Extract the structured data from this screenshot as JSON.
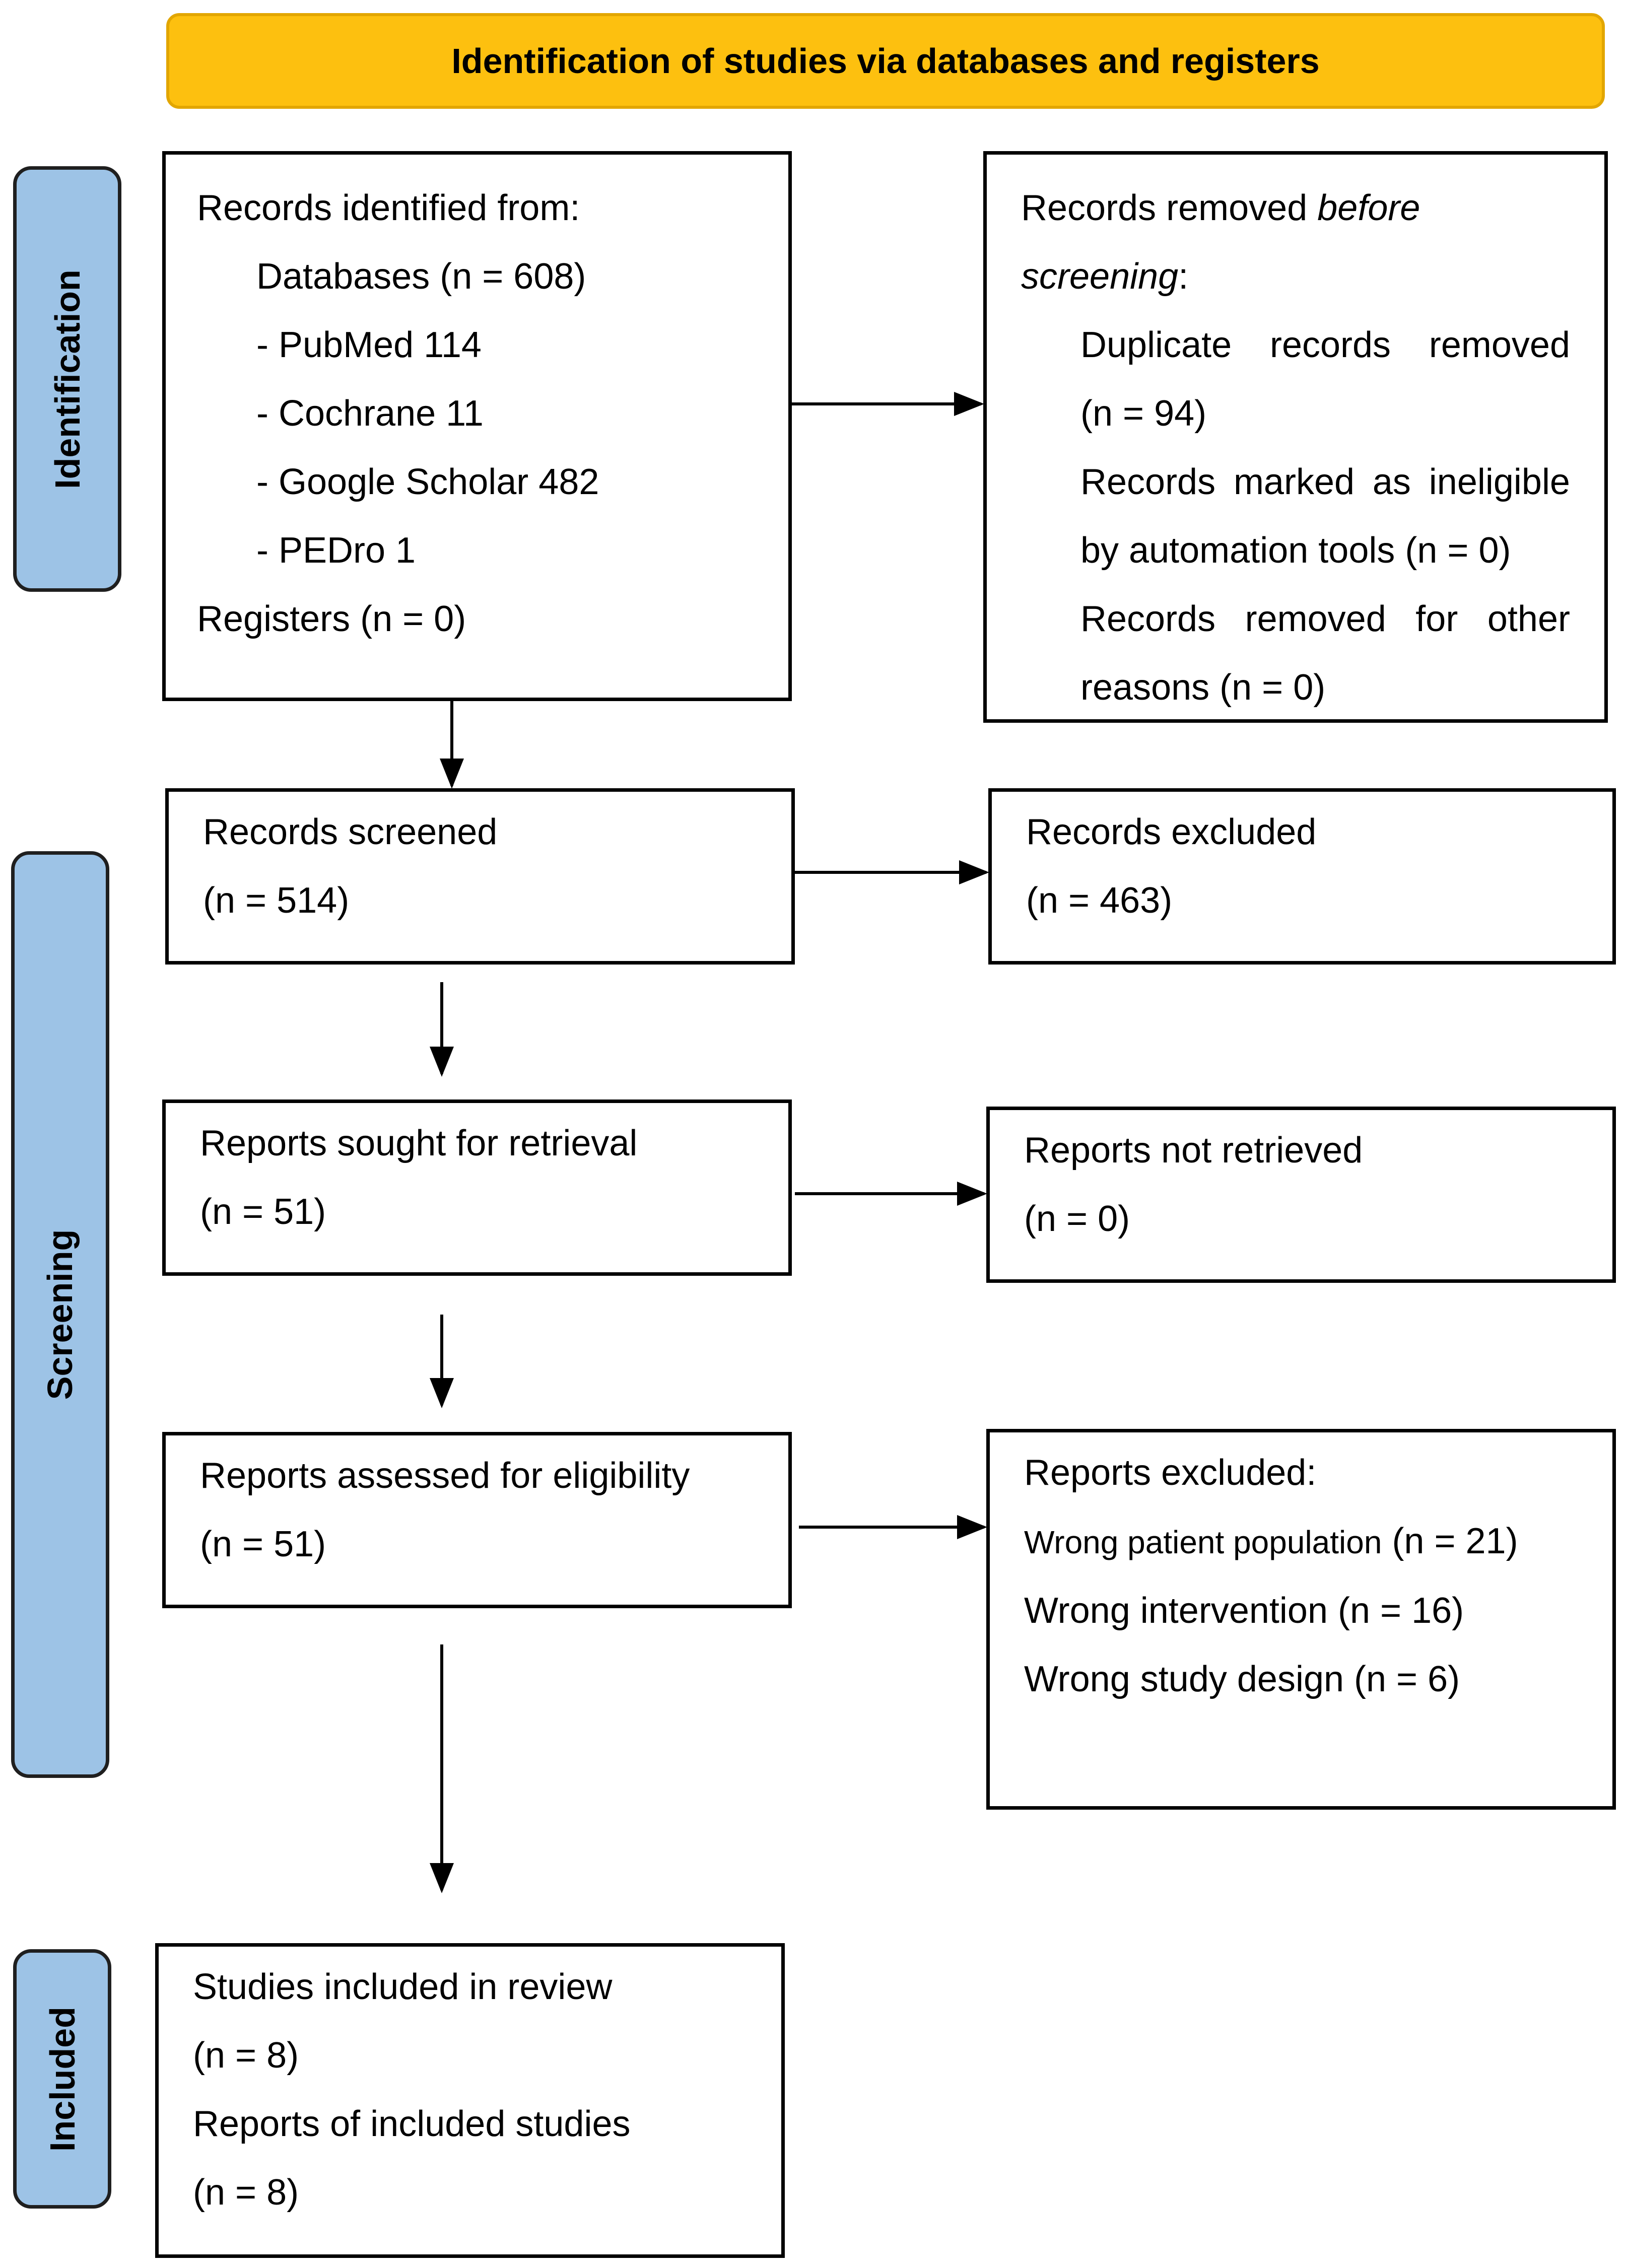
{
  "header": {
    "title": "Identification of studies via databases and registers"
  },
  "phases": {
    "identification": "Identification",
    "screening": "Screening",
    "included": "Included"
  },
  "identified": {
    "heading": "Records identified from:",
    "databases": "Databases (n = 608)",
    "sources": [
      "-  PubMed 114",
      "-  Cochrane 11",
      "-  Google Scholar 482",
      "-  PEDro 1"
    ],
    "registers": "Registers (n = 0)"
  },
  "removed": {
    "heading_pre": "Records removed ",
    "heading_em": "before",
    "heading_em2": "screening",
    "heading_post": ":",
    "duplicate_words": [
      "Duplicate",
      "records",
      "removed"
    ],
    "duplicate_count": "(n = 94)",
    "ineligible_words": [
      "Records",
      "marked",
      "as",
      "ineligible"
    ],
    "ineligible_rest": "by automation tools (n = 0)",
    "other_words": [
      "Records",
      "removed",
      "for",
      "other"
    ],
    "other_rest": "reasons (n = 0)"
  },
  "screened": {
    "label": "Records screened",
    "count": "(n = 514)"
  },
  "excluded": {
    "label": "Records excluded",
    "count": "(n = 463)"
  },
  "sought": {
    "label": "Reports sought for retrieval",
    "count": "(n = 51)"
  },
  "not_retrieved": {
    "label": "Reports not retrieved",
    "count": "(n = 0)"
  },
  "assessed": {
    "label": "Reports assessed for eligibility",
    "count": "(n = 51)"
  },
  "reports_excluded": {
    "heading": "Reports excluded:",
    "reason1_label": "Wrong patient population",
    "reason1_count": " (n = 21)",
    "reason2": "Wrong intervention (n = 16)",
    "reason3": "Wrong study design (n = 6)"
  },
  "included": {
    "studies_label": "Studies included in review",
    "studies_count": "(n = 8)",
    "reports_label": "Reports of included studies",
    "reports_count": "(n = 8)"
  },
  "colors": {
    "header_fill": "#fdc00f",
    "phase_fill": "#9dc3e6",
    "line": "#000000"
  }
}
